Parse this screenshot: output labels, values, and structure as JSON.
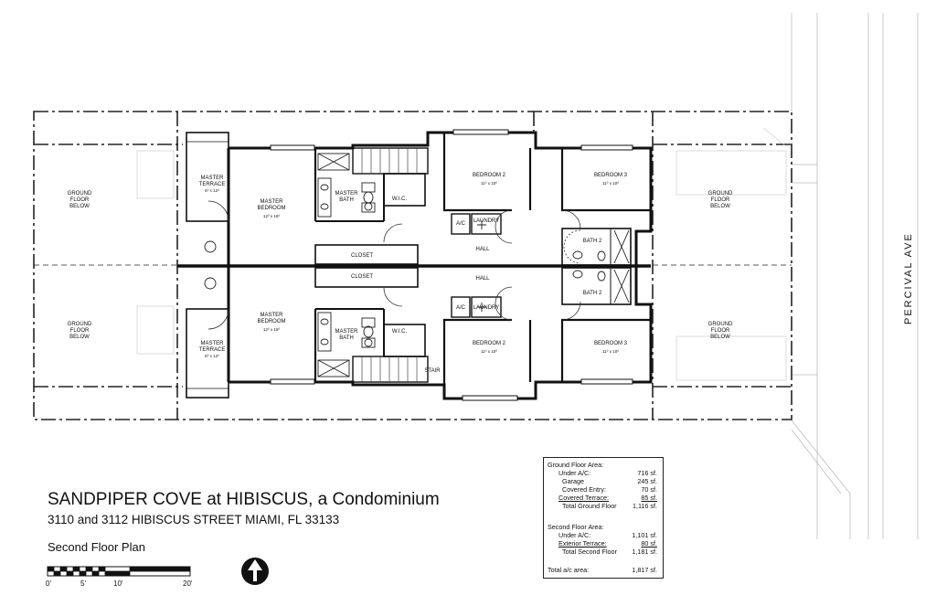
{
  "drawing": {
    "street_name": "PERCIVAL AVE",
    "rooms": {
      "ground_floor_below": "GROUND FLOOR BELOW",
      "master_terrace": "MASTER TERRACE",
      "master_terrace_dim": "6⁰ x 12⁰",
      "master_bedroom": "MASTER BEDROOM",
      "master_bedroom_dim": "12⁰ x 16⁰",
      "master_bath": "MASTER BATH",
      "wic": "W.I.C.",
      "closet": "CLOSET",
      "bedroom2": "BEDROOM 2",
      "bedroom2_dim": "11⁰ x 10⁰",
      "bedroom3": "BEDROOM 3",
      "bedroom3_dim": "11⁰ x 10⁰",
      "ac": "A/C",
      "laundry": "LAUNDRY",
      "hall": "HALL",
      "bath2": "BATH 2",
      "stair": "STAIR"
    },
    "scale_labels": [
      "0'",
      "5'",
      "10'",
      "20'"
    ],
    "north_arrow_icon": "north-arrow-icon"
  },
  "title_block": {
    "title": "SANDPIPER COVE at HIBISCUS, a Condominium",
    "address": "3110 and 3112 HIBISCUS STREET   MIAMI, FL  33133",
    "sheet_name": "Second Floor Plan"
  },
  "area_table": {
    "ground": {
      "heading": "Ground Floor Area:",
      "rows": [
        {
          "label": "Under A/C:",
          "value": "716 sf."
        },
        {
          "label": "Garage",
          "value": "245 sf."
        },
        {
          "label": "Covered Entry:",
          "value": "70 sf."
        },
        {
          "label": "Covered Terrace:",
          "value": "85 sf."
        }
      ],
      "total_label": "Total Ground Floor",
      "total_value": "1,116 sf."
    },
    "second": {
      "heading": "Second Floor Area:",
      "rows": [
        {
          "label": "Under A/C:",
          "value": "1,101 sf."
        },
        {
          "label": "Exterior Terrace:",
          "value": "80 sf."
        }
      ],
      "total_label": "Total Second Floor",
      "total_value": "1,181 sf."
    },
    "grand_total_label": "Total a/c area:",
    "grand_total_value": "1,817 sf."
  }
}
